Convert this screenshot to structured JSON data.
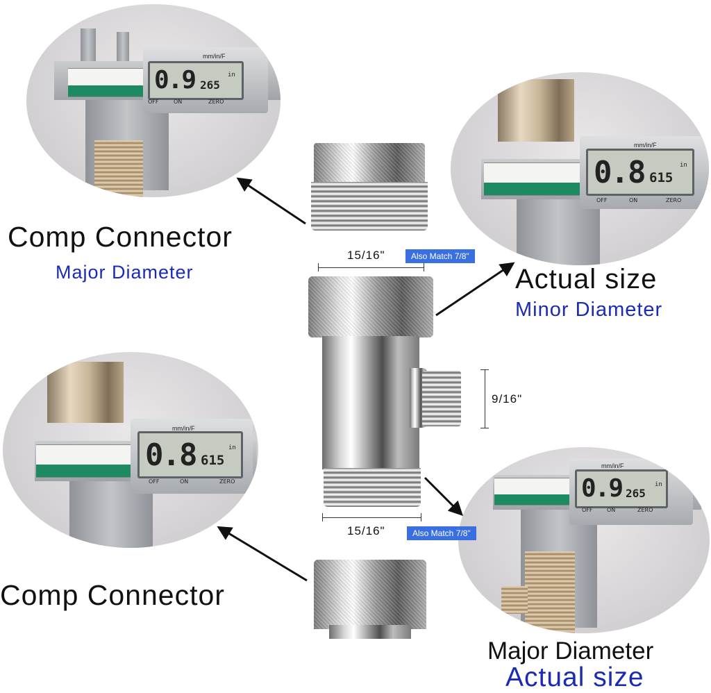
{
  "labels": {
    "top_left_title": "Comp Connector",
    "top_left_subtitle": "Major Diameter",
    "top_right_title": "Actual size",
    "top_right_subtitle": "Minor Diameter",
    "bottom_left_title": "Comp Connector",
    "bottom_right_title": "Major Diameter",
    "bottom_right_subtitle": "Actual size"
  },
  "dimensions": {
    "top_width": "15/16\"",
    "side_height": "9/16\"",
    "bottom_width": "15/16\""
  },
  "badges": {
    "top": "Also Match 7/8\"",
    "bottom": "Also Match 7/8\""
  },
  "calipers": {
    "top_left": {
      "big": "0.9",
      "small": "265",
      "unit": "in",
      "mode": "mm/in/F",
      "off": "OFF",
      "on": "ON",
      "zero": "ZERO"
    },
    "top_right": {
      "big": "0.8",
      "small": "615",
      "unit": "in",
      "mode": "mm/in/F",
      "off": "OFF",
      "on": "ON",
      "zero": "ZERO"
    },
    "bottom_left": {
      "big": "0.8",
      "small": "615",
      "unit": "in",
      "mode": "mm/in/F",
      "off": "OFF",
      "on": "ON",
      "zero": "ZERO"
    },
    "bottom_right": {
      "big": "0.9",
      "small": "265",
      "unit": "in",
      "mode": "mm/in/F",
      "off": "OFF",
      "on": "ON",
      "zero": "ZERO"
    }
  },
  "colors": {
    "subtitle_blue": "#1b2bb4",
    "badge_blue": "#3a6fe0",
    "scale_green": "#1d8a62"
  }
}
